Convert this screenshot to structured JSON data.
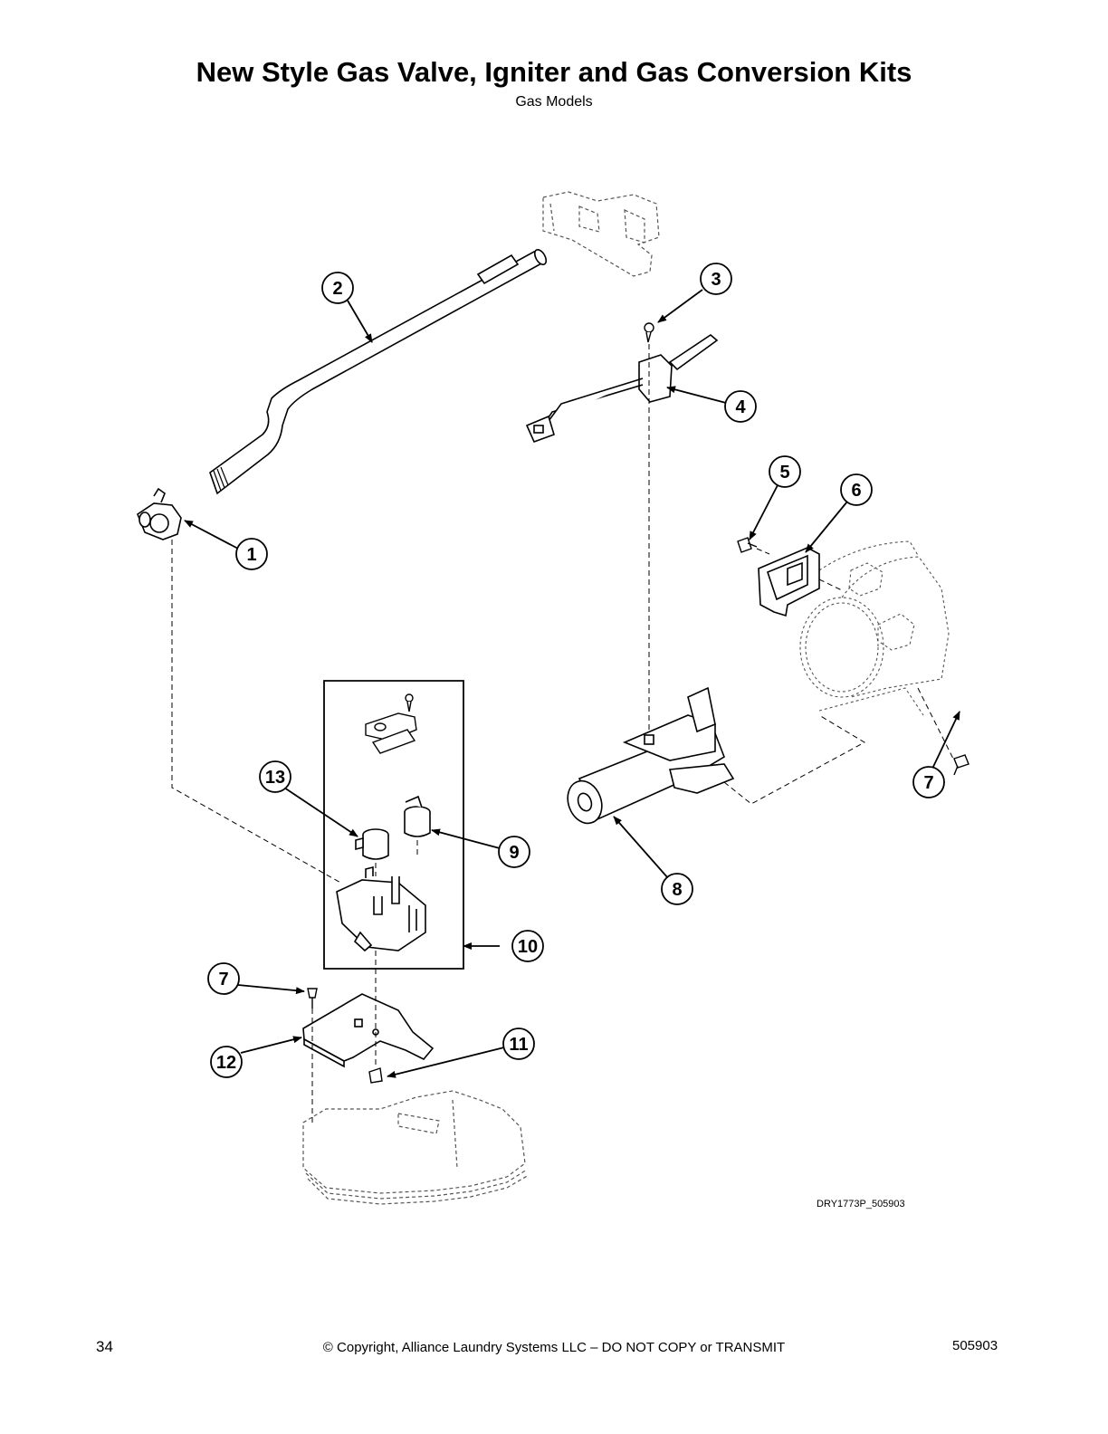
{
  "header": {
    "title": "New Style Gas Valve, Igniter and Gas Conversion Kits",
    "subtitle": "Gas Models"
  },
  "drawing_id": "DRY1773P_505903",
  "footer": {
    "page_number": "34",
    "copyright": "© Copyright, Alliance Laundry Systems LLC – DO NOT COPY or TRANSMIT",
    "document_number": "505903"
  },
  "callouts": {
    "c1": "1",
    "c2": "2",
    "c3": "3",
    "c4": "4",
    "c5": "5",
    "c6": "6",
    "c7a": "7",
    "c7b": "7",
    "c8": "8",
    "c9": "9",
    "c10": "10",
    "c11": "11",
    "c12": "12",
    "c13": "13"
  }
}
